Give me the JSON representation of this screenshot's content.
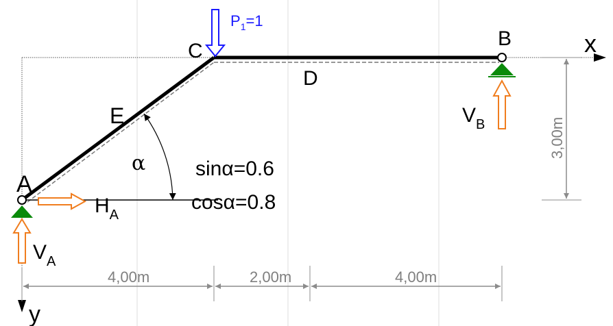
{
  "labels": {
    "A": "A",
    "B": "B",
    "C": "C",
    "D": "D",
    "E": "E",
    "x_axis": "x",
    "y_axis": "y",
    "alpha": "α",
    "sin": "sinα=0.6",
    "cos": "cosα=0.8"
  },
  "loads": {
    "P": "P",
    "P_sub": "1",
    "P_val": "=1"
  },
  "reactions": {
    "HA": "H",
    "HA_sub": "A",
    "VA": "V",
    "VA_sub": "A",
    "VB": "V",
    "VB_sub": "B"
  },
  "dimensions": {
    "d1": "4,00m",
    "d2": "2,00m",
    "d3": "4,00m",
    "height": "3,00m"
  },
  "colors": {
    "structure": "#000000",
    "load": "#1a1aff",
    "reaction": "#f07d1e",
    "support": "#0a8a0a",
    "dimension": "#7f7f7f"
  }
}
